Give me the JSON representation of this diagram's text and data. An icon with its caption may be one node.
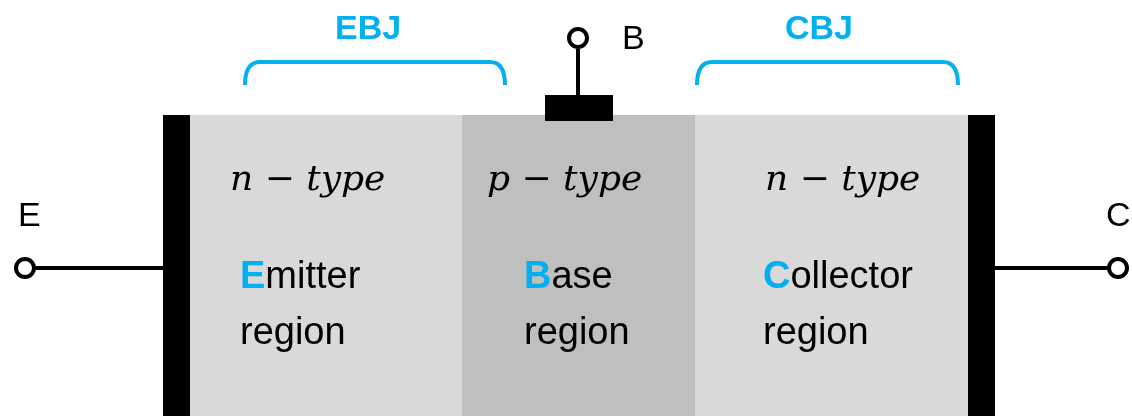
{
  "diagram": {
    "nodes": [
      {
        "text": [
          "n − type",
          "**E**mitter region"
        ]
      },
      {
        "text": [
          "p − type",
          "**B**ase region"
        ]
      },
      {
        "text": [
          "n − type",
          "**C**ollector region"
        ]
      },
      {
        "text": [],
        "shape": "bar"
      },
      {
        "text": [],
        "shape": "bar"
      },
      {
        "text": [],
        "shape": "bar"
      },
      {
        "text": [],
        "shape": "circle",
        "beside": [
          "E"
        ]
      },
      {
        "text": [],
        "shape": "circle",
        "beside": [
          "B"
        ]
      },
      {
        "text": [],
        "shape": "circle",
        "beside": [
          "C"
        ]
      }
    ],
    "edges": [
      {
        "from": 6,
        "to": 3,
        "arrow": "none"
      },
      {
        "from": 7,
        "to": 4,
        "arrow": "none"
      },
      {
        "from": 8,
        "to": 5,
        "arrow": "none"
      }
    ],
    "labels": [
      "EBJ",
      "CBJ"
    ]
  }
}
